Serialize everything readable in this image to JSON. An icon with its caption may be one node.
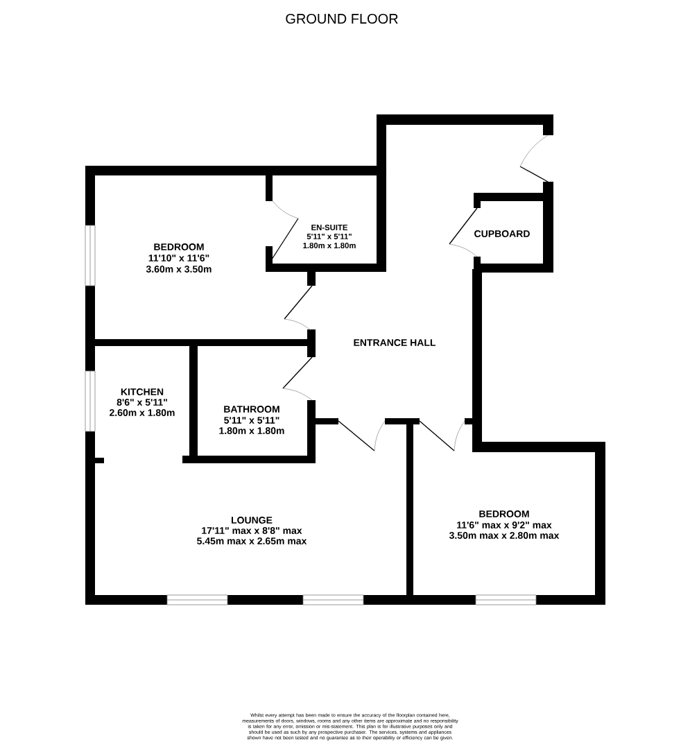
{
  "diagram": {
    "title": "GROUND FLOOR",
    "labels": [
      "BEDROOM",
      "11'10\" x 11'6\"",
      "3.60m x 3.50m",
      "EN-SUITE",
      "5'11\" x 5'11\"",
      "1.80m x 1.80m",
      "CUPBOARD",
      "ENTRANCE HALL",
      "KITCHEN",
      "8'6\" x 5'11\"",
      "2.60m x 1.80m",
      "BATHROOM",
      "5'11\" x 5'11\"",
      "1.80m x 1.80m",
      "LOUNGE",
      "17'11\" max x 8'8\" max",
      "5.45m max x 2.65m max",
      "BEDROOM",
      "11'6\" max x 9'2\" max",
      "3.50m max x 2.80m max",
      "Whilst every attempt has been made to ensure the accuracy of the floorplan contained here, measurements of doors, windows, rooms and any other items are approximate and no responsibility is taken for any error, omission or mis-statement. This plan is for illustrative purposes only and should be used as such by any prospective purchaser. The services, systems and appliances shown have not been tested and no guarantee as to their operability or efficiency can be given."
    ]
  }
}
